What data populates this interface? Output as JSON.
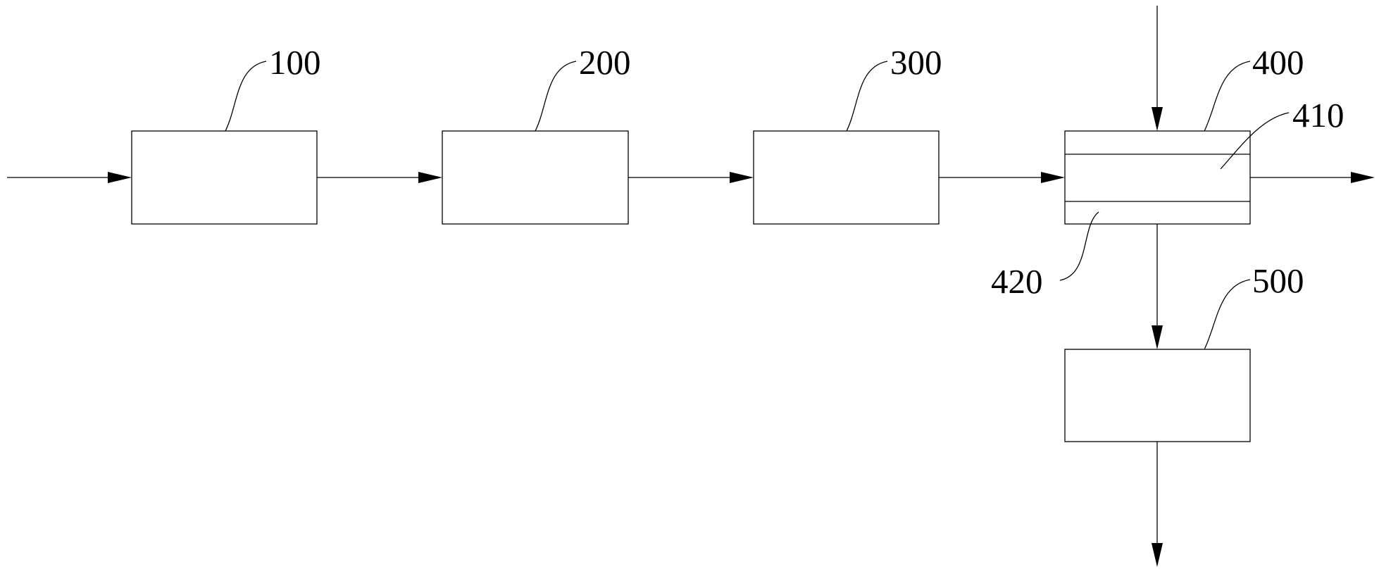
{
  "diagram": {
    "labels": {
      "block_100": "100",
      "block_200": "200",
      "block_300": "300",
      "block_400": "400",
      "layer_410": "410",
      "layer_420": "420",
      "block_500": "500"
    }
  }
}
